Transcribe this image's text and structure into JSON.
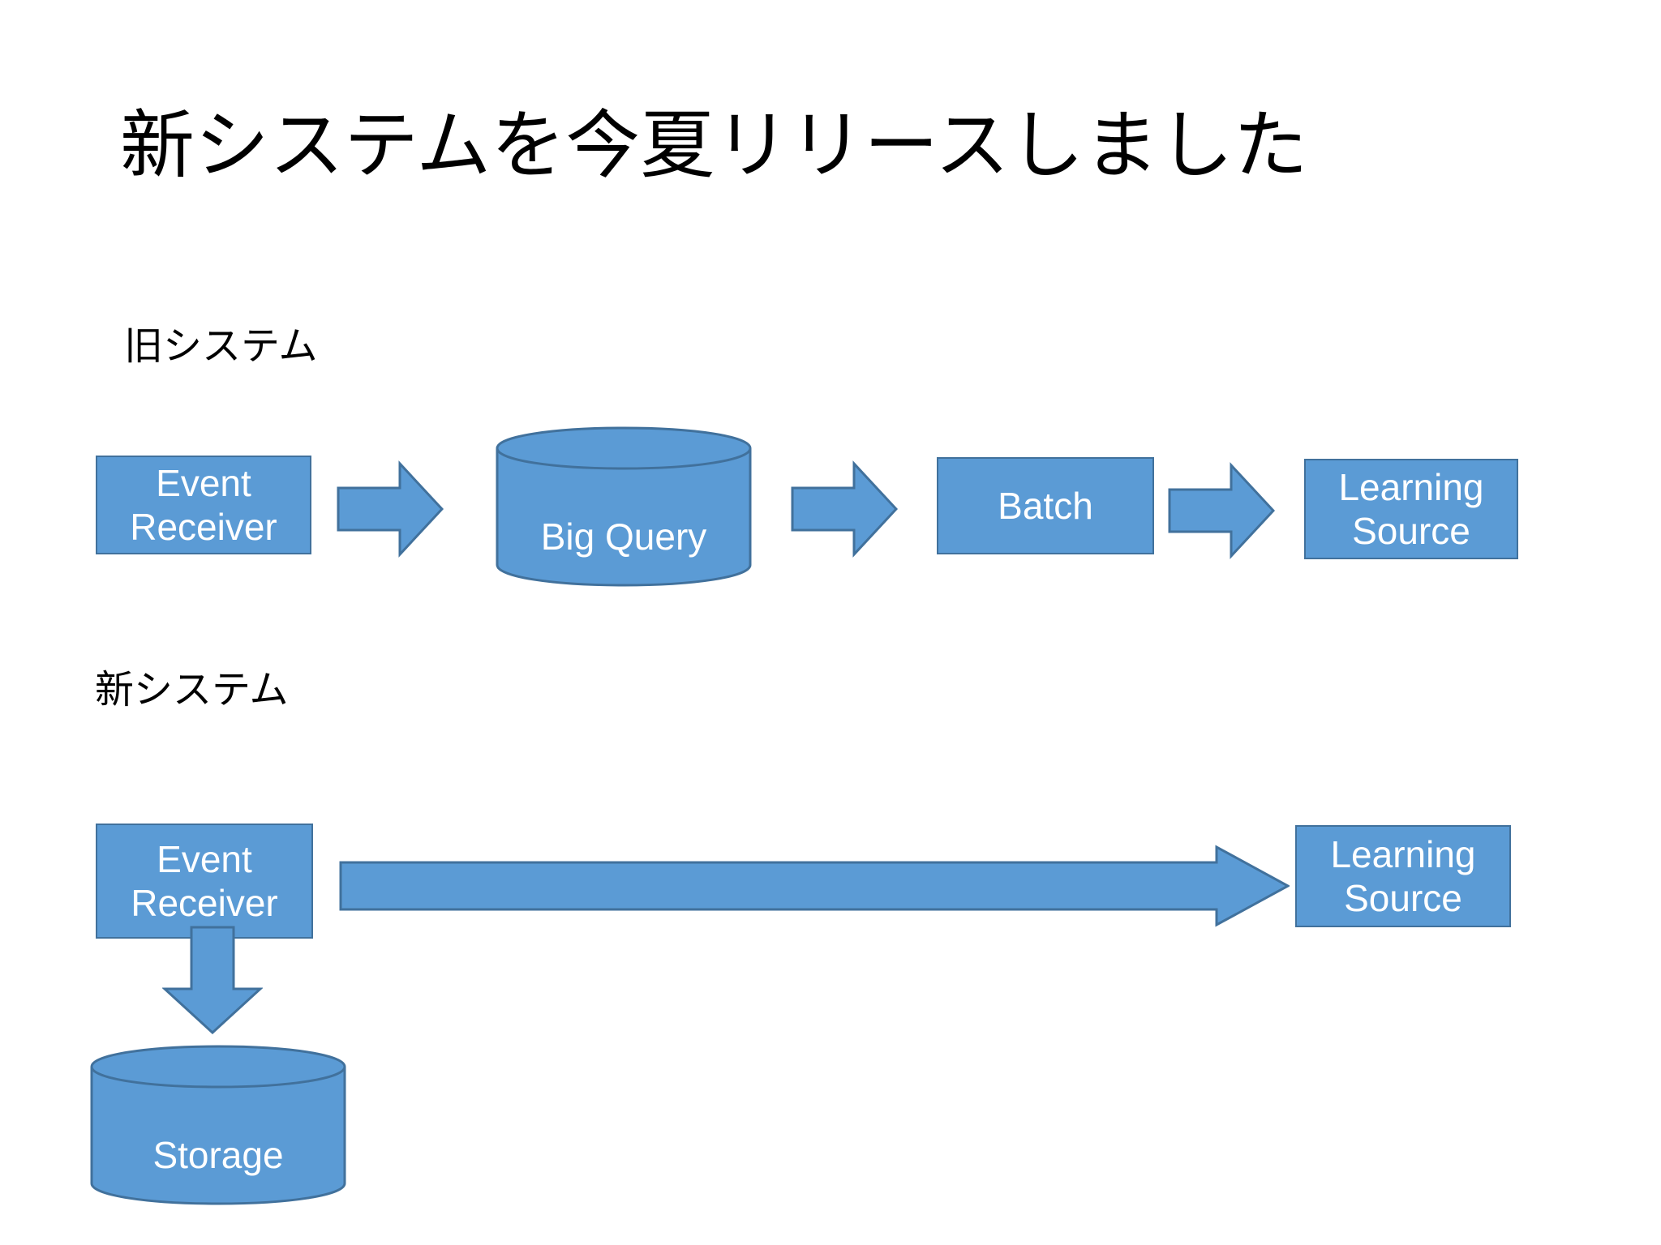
{
  "slide": {
    "title": "新システムを今夏リリースしました",
    "background_color": "#FFFFFF",
    "accent_fill": "#5B9BD5",
    "accent_border": "#41719C",
    "text_color_on_fill": "#FFFFFF",
    "title_color": "#000000"
  },
  "sections": {
    "old": {
      "caption": "旧システム",
      "nodes": {
        "event_receiver": {
          "line1": "Event",
          "line2": "Receiver"
        },
        "big_query": {
          "label": "Big Query",
          "shape": "cylinder"
        },
        "batch": {
          "label": "Batch"
        },
        "learning_source": {
          "line1": "Learning",
          "line2": "Source"
        }
      },
      "flow": [
        "Event Receiver",
        "Big Query",
        "Batch",
        "Learning Source"
      ],
      "arrows": [
        {
          "name": "event-receiver-to-big-query",
          "direction": "right"
        },
        {
          "name": "big-query-to-batch",
          "direction": "right"
        },
        {
          "name": "batch-to-learning-source",
          "direction": "right"
        }
      ]
    },
    "new": {
      "caption": "新システム",
      "nodes": {
        "event_receiver": {
          "line1": "Event",
          "line2": "Receiver"
        },
        "learning_source": {
          "line1": "Learning",
          "line2": "Source"
        },
        "storage": {
          "label": "Storage",
          "shape": "cylinder"
        }
      },
      "flow": [
        "Event Receiver",
        "Learning Source"
      ],
      "arrows": [
        {
          "name": "event-receiver-to-learning-source",
          "direction": "right"
        },
        {
          "name": "event-receiver-to-storage",
          "direction": "down"
        }
      ]
    }
  }
}
